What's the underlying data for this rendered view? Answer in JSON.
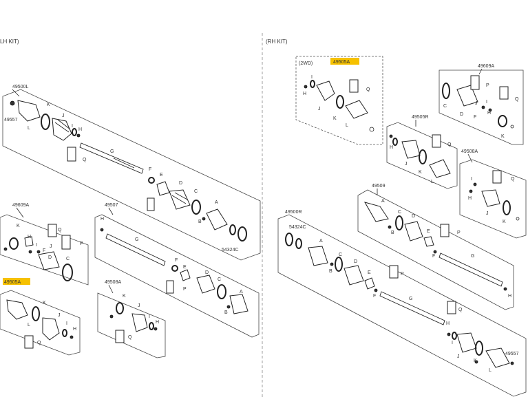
{
  "headers": {
    "lh_kit": "LH KIT)",
    "rh_kit": "(RH KIT)"
  },
  "colors": {
    "highlight": "#f6c100",
    "line": "#222222",
    "divider": "#888888"
  },
  "left": {
    "main": {
      "part": "49500L",
      "seal": "49557",
      "shaft": "G",
      "letters": {
        "K": "K",
        "J": "J",
        "I": "I",
        "H": "H",
        "L": "L",
        "Q": "Q",
        "F": "F",
        "E": "E",
        "D": "D",
        "C": "C",
        "A": "A",
        "B": "B"
      },
      "bottom": "54324C"
    },
    "outer_kit": {
      "part": "49609A",
      "letters": {
        "K": "K",
        "Q": "Q",
        "H": "H",
        "I": "I",
        "F": "F",
        "J": "J",
        "P": "P",
        "D": "D",
        "C": "C"
      }
    },
    "inner_kit": {
      "part": "49505A",
      "letters": {
        "K": "K",
        "J": "J",
        "I": "I",
        "H": "H",
        "L": "L",
        "Q": "Q"
      }
    },
    "shaft_kit": {
      "part": "49507",
      "shaft": "G",
      "letters": {
        "H": "H",
        "F": "F",
        "E": "E",
        "D": "D",
        "C": "C",
        "A": "A",
        "B": "B",
        "P": "P"
      }
    },
    "boot_kit": {
      "part": "49508A",
      "letters": {
        "K": "K",
        "J": "J",
        "I": "I",
        "H": "H",
        "Q": "Q"
      }
    }
  },
  "right": {
    "awd": {
      "label": "(2WD)",
      "part": "49505A",
      "letters": {
        "H": "H",
        "I": "I",
        "J": "J",
        "K": "K",
        "L": "L",
        "Q": "Q"
      }
    },
    "kit_609": {
      "part": "49609A",
      "letters": {
        "P": "P",
        "Q": "Q",
        "C": "C",
        "D": "D",
        "F": "F",
        "I": "I",
        "H": "H",
        "J": "J",
        "K": "K"
      }
    },
    "kit_505r": {
      "part": "49505R",
      "letters": {
        "H": "H",
        "Q": "Q",
        "J": "J",
        "K": "K",
        "L": "L"
      }
    },
    "kit_508a": {
      "part": "49508A",
      "letters": {
        "Q": "Q",
        "I": "I",
        "H": "H",
        "J": "J",
        "K": "K"
      }
    },
    "kit_609b": {
      "part": "49509",
      "letters": {
        "A": "A",
        "B": "B",
        "C": "C",
        "D": "D",
        "E": "E",
        "F": "F",
        "P": "P",
        "G": "G",
        "H": "H"
      }
    },
    "main": {
      "part": "49500R",
      "bottom": "54324C",
      "seal": "49557",
      "letters": {
        "A": "A",
        "B": "B",
        "C": "C",
        "D": "D",
        "E": "E",
        "F": "F",
        "G": "G",
        "P": "P",
        "H": "H",
        "I": "I",
        "J": "J",
        "K": "K",
        "L": "L",
        "Q": "Q"
      }
    }
  }
}
